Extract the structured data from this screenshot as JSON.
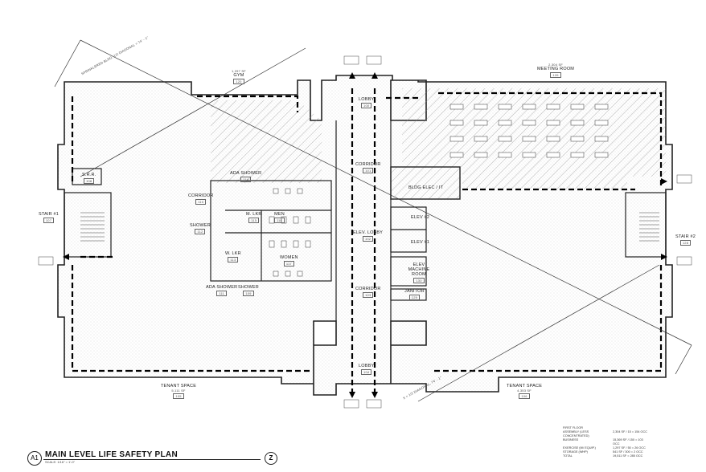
{
  "sheet": {
    "id": "A1",
    "title": "MAIN LEVEL LIFE SAFETY PLAN",
    "scale": "SCALE: 1/16\" = 1'-0\"",
    "north_symbol": "Z"
  },
  "rooms": {
    "gym": {
      "name": "GYM",
      "area": "1,297 SF",
      "tag": "120"
    },
    "meeting_room": {
      "name": "MEETING ROOM",
      "area": "2,304 SF",
      "tag": "126"
    },
    "lobby_top": {
      "name": "LOBBY",
      "tag": "100"
    },
    "corridor_top": {
      "name": "CORRIDOR",
      "tag": "101"
    },
    "bldg_elec": {
      "name": "BLDG ELEC / IT",
      "tag": "127"
    },
    "ada_shower_top": {
      "name": "ADA SHOWER",
      "tag": "114"
    },
    "corridor_left": {
      "name": "CORRIDOR",
      "tag": "110"
    },
    "m_lkr": {
      "name": "M. LKR",
      "tag": "115"
    },
    "men": {
      "name": "MEN",
      "tag": "116"
    },
    "shower_left": {
      "name": "SHOWER",
      "tag": "112"
    },
    "srr": {
      "name": "S.R.R.",
      "tag": "108"
    },
    "stair1": {
      "name": "STAIR #1",
      "tag": "107"
    },
    "stair2": {
      "name": "STAIR #2",
      "tag": "128"
    },
    "elev_lobby": {
      "name": "ELEV. LOBBY",
      "tag": "102"
    },
    "elev2": {
      "name": "ELEV #2",
      "tag": ""
    },
    "elev1": {
      "name": "ELEV #1",
      "tag": ""
    },
    "w_lkr": {
      "name": "W. LKR",
      "tag": "113"
    },
    "women": {
      "name": "WOMEN",
      "tag": "117"
    },
    "elev_machine": {
      "name": "ELEV MACHINE ROOM",
      "tag": "130"
    },
    "ada_shower_bottom": {
      "name": "ADA SHOWER",
      "tag": "111"
    },
    "shower_bottom": {
      "name": "SHOWER",
      "tag": "109"
    },
    "corridor_bottom": {
      "name": "CORRIDOR",
      "tag": "103"
    },
    "janitor": {
      "name": "JANITOR",
      "tag": "129"
    },
    "lobby_bottom": {
      "name": "LOBBY",
      "tag": "104"
    },
    "tenant_left": {
      "name": "TENANT SPACE",
      "area": "5,111 SF",
      "tag": "105"
    },
    "tenant_right": {
      "name": "TENANT SPACE",
      "area": "4,353 SF",
      "tag": "106"
    }
  },
  "diagonal_notes": {
    "left": "SPRINKLERED BLDG. 1/2 DIAGONAL = 74' - 1\"",
    "right": "X = 1/2 DIAGONAL, 74' - 1\""
  },
  "occupancy_table": {
    "header": "FIRST FLOOR",
    "rows": [
      {
        "use": "ASSEMBLY (LESS CONCENTRATED)",
        "calc": "2,304 SF / 15 = 154 OCC"
      },
      {
        "use": "BUSINESS",
        "calc": "15,369 SF / 150 = 103 OCC"
      },
      {
        "use": "EXERCISE (W/ EQUIP.)",
        "calc": "1,297 SF / 50 = 26 OCC"
      },
      {
        "use": "STORAGE (WHP)",
        "calc": "541 SF / 300 = 2 OCC"
      },
      {
        "use": "TOTAL",
        "calc": "19,511 SF = 285 OCC"
      }
    ]
  }
}
